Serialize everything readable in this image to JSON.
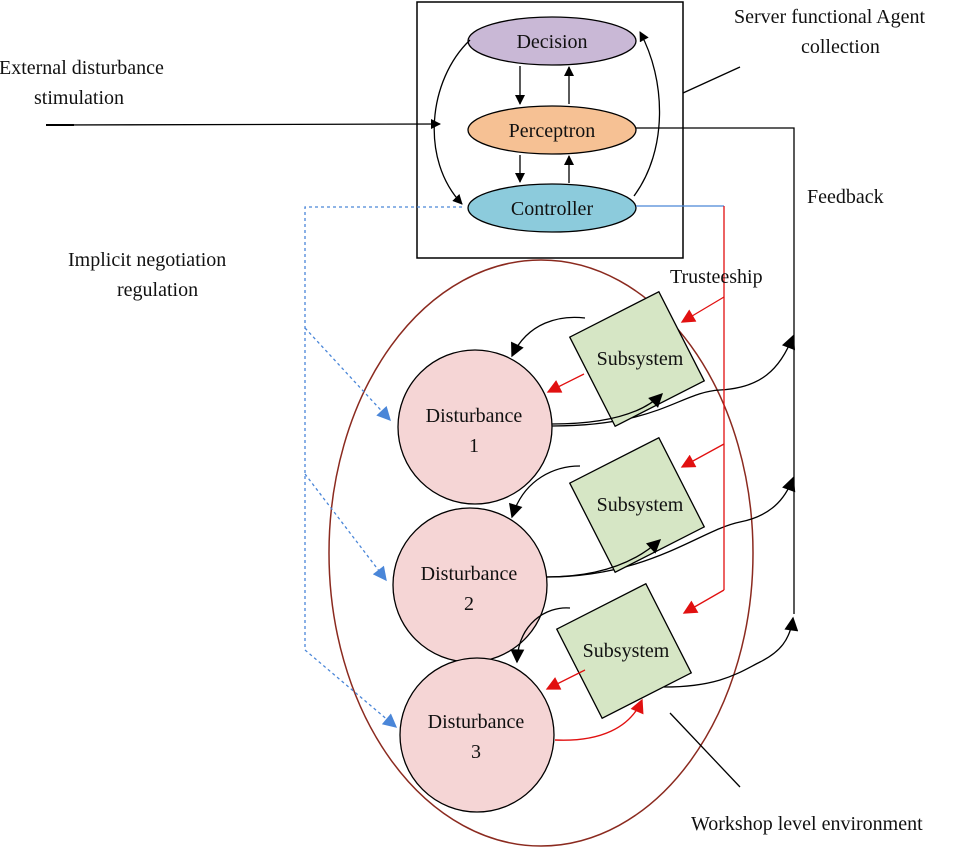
{
  "labels": {
    "external_line1": "External disturbance",
    "external_line2": "stimulation",
    "server_line1": "Server functional Agent",
    "server_line2": "collection",
    "feedback": "Feedback",
    "implicit_line1": "Implicit negotiation",
    "implicit_line2": "regulation",
    "trusteeship": "Trusteeship",
    "workshop": "Workshop level environment"
  },
  "agents": {
    "decision": "Decision",
    "perceptron": "Perceptron",
    "controller": "Controller"
  },
  "subsystems": [
    "Subsystem",
    "Subsystem",
    "Subsystem"
  ],
  "disturbances": [
    {
      "name": "Disturbance",
      "index": "1"
    },
    {
      "name": "Disturbance",
      "index": "2"
    },
    {
      "name": "Disturbance",
      "index": "3"
    }
  ],
  "colors": {
    "decision_fill": "#c9b8d6",
    "perceptron_fill": "#f6c194",
    "controller_fill": "#8ccbdc",
    "subsystem_fill": "#d6e6c5",
    "disturbance_fill": "#f5d5d5",
    "environment_border": "#8b2a1f",
    "trusteeship_arrow": "#e11010",
    "negotiation_arrow": "#4a86d8",
    "controller_link": "#4a86d8"
  }
}
